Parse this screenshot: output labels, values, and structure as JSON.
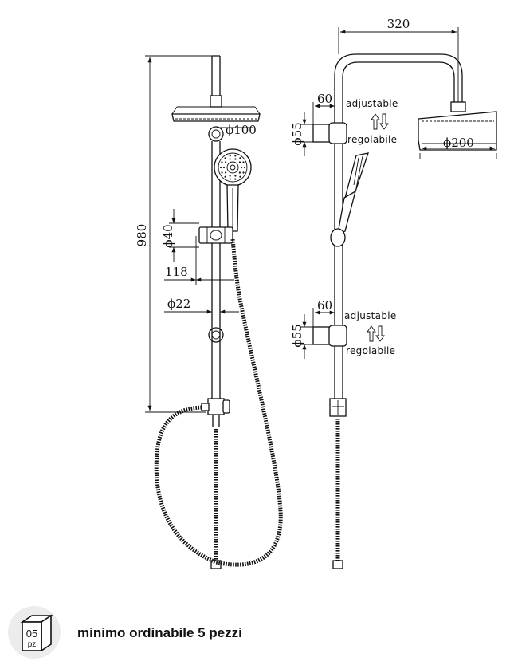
{
  "dimensions": {
    "width_top": "320",
    "height_total": "980",
    "rain_head_front": "ϕ100",
    "rain_head_side": "ϕ200",
    "slider_diameter": "ϕ40",
    "bracket_offset": "118",
    "bar_diameter": "ϕ22",
    "bracket_depth_top": "60",
    "bracket_depth_bottom": "60",
    "bracket_height_top": "ϕ55",
    "bracket_height_bottom": "ϕ55"
  },
  "notes": {
    "top_en": "adjustable",
    "top_it": "regolabile",
    "bottom_en": "adjustable",
    "bottom_it": "regolabile"
  },
  "footer": {
    "qty_number": "05",
    "qty_unit": "pz",
    "order_text": "minimo ordinabile 5 pezzi",
    "icon": "box-icon"
  }
}
